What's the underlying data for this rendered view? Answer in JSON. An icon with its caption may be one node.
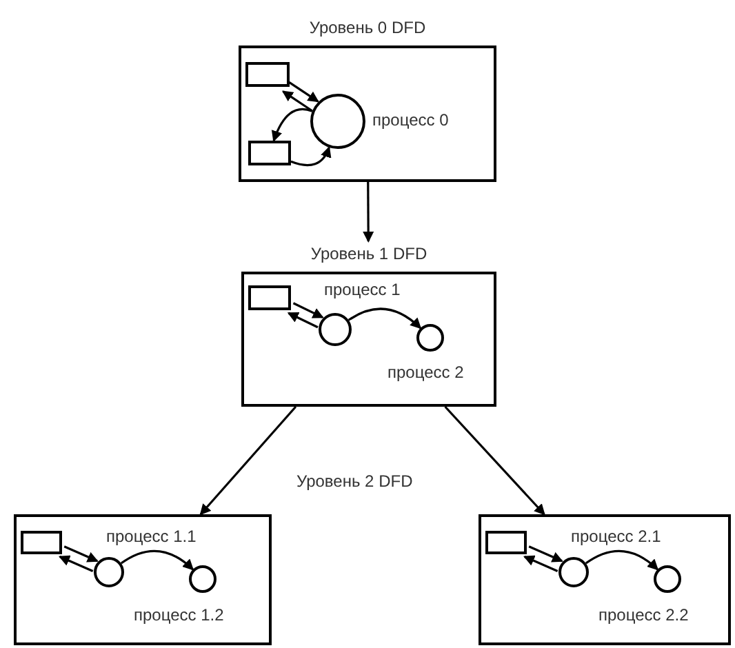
{
  "diagram": {
    "nodes": [
      {
        "text": [
          "Уровень 0 DFD"
        ]
      },
      {
        "text": [],
        "shape": "box",
        "in": 0
      },
      {
        "text": [],
        "shape": "box",
        "in": 0
      },
      {
        "text": [],
        "shape": "circle",
        "in": 0,
        "beside": [
          "процесс 0"
        ]
      },
      {
        "text": [
          "Уровень 1 DFD"
        ]
      },
      {
        "text": [],
        "shape": "box",
        "in": 4
      },
      {
        "text": [],
        "shape": "circle",
        "in": 4,
        "beside": [
          "процесс 1"
        ]
      },
      {
        "text": [],
        "shape": "circle",
        "in": 4,
        "beside": [
          "процесс 2"
        ]
      },
      {
        "text": [],
        "shape": "box"
      },
      {
        "text": [],
        "shape": "box",
        "in": 8
      },
      {
        "text": [],
        "shape": "circle",
        "in": 8,
        "beside": [
          "процесс 1.1"
        ]
      },
      {
        "text": [],
        "shape": "circle",
        "in": 8,
        "beside": [
          "процесс 1.2"
        ]
      },
      {
        "text": [],
        "shape": "box"
      },
      {
        "text": [],
        "shape": "box",
        "in": 12
      },
      {
        "text": [],
        "shape": "circle",
        "in": 12,
        "beside": [
          "процесс 2.1"
        ]
      },
      {
        "text": [],
        "shape": "circle",
        "in": 12,
        "beside": [
          "процесс 2.2"
        ]
      }
    ],
    "edges": [
      {
        "from": 1,
        "to": 3,
        "arrow": "to"
      },
      {
        "from": 3,
        "to": 1,
        "arrow": "to"
      },
      {
        "from": 3,
        "to": 2,
        "arrow": "to"
      },
      {
        "from": 2,
        "to": 3,
        "arrow": "to"
      },
      {
        "from": 0,
        "to": 4,
        "arrow": "to"
      },
      {
        "from": 5,
        "to": 6,
        "arrow": "to"
      },
      {
        "from": 6,
        "to": 5,
        "arrow": "to"
      },
      {
        "from": 6,
        "to": 7,
        "arrow": "to"
      },
      {
        "from": 4,
        "to": 8,
        "arrow": "to"
      },
      {
        "from": 4,
        "to": 12,
        "arrow": "to"
      },
      {
        "from": 9,
        "to": 10,
        "arrow": "to"
      },
      {
        "from": 10,
        "to": 9,
        "arrow": "to"
      },
      {
        "from": 10,
        "to": 11,
        "arrow": "to"
      },
      {
        "from": 13,
        "to": 14,
        "arrow": "to"
      },
      {
        "from": 14,
        "to": 13,
        "arrow": "to"
      },
      {
        "from": 14,
        "to": 15,
        "arrow": "to"
      }
    ],
    "labels": [
      "Уровень 2 DFD"
    ]
  }
}
